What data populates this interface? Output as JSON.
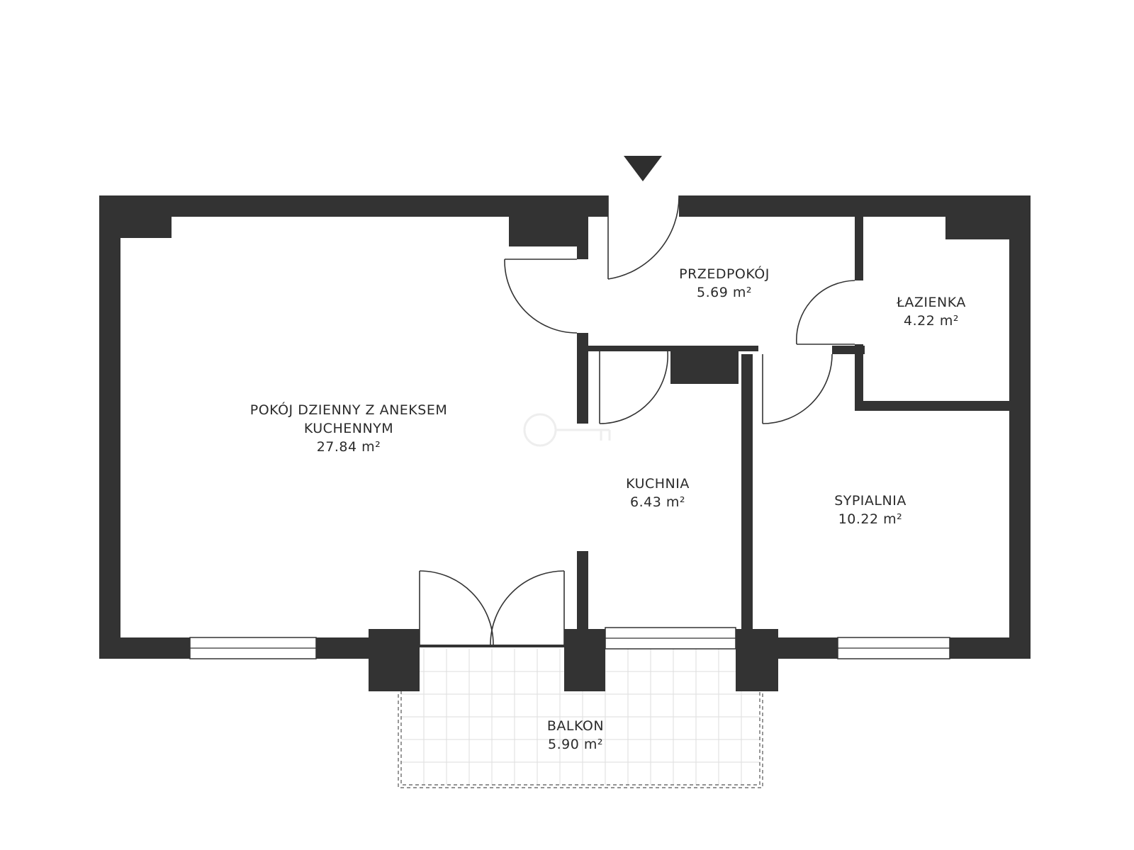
{
  "rooms": [
    {
      "id": "living",
      "name_lines": [
        "POKÓJ DZIENNY Z ANEKSEM",
        "KUCHENNYM"
      ],
      "area": "27.84 m²"
    },
    {
      "id": "hall",
      "name_lines": [
        "PRZEDPOKÓJ"
      ],
      "area": "5.69 m²"
    },
    {
      "id": "bathroom",
      "name_lines": [
        "ŁAZIENKA"
      ],
      "area": "4.22 m²"
    },
    {
      "id": "kitchen",
      "name_lines": [
        "KUCHNIA"
      ],
      "area": "6.43 m²"
    },
    {
      "id": "bedroom",
      "name_lines": [
        "SYPIALNIA"
      ],
      "area": "10.22 m²"
    },
    {
      "id": "balcony",
      "name_lines": [
        "BALKON"
      ],
      "area": "5.90 m²"
    }
  ],
  "colors": {
    "wall": "#333333",
    "text": "#2b2b2b",
    "background": "#ffffff"
  },
  "icons": {
    "entrance": "entrance-arrow-icon",
    "watermark": "key-logo-watermark"
  }
}
